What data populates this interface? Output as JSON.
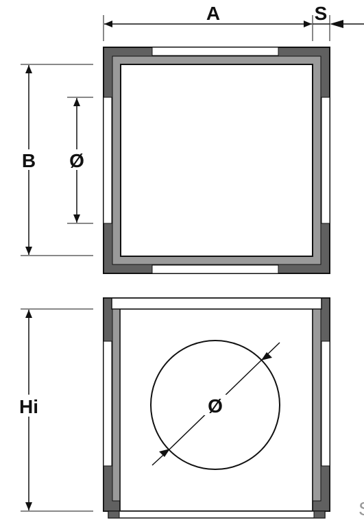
{
  "labels": {
    "a": "A",
    "s": "S",
    "b": "B",
    "plan_diameter": "Ø",
    "hi": "Hi",
    "elevation_diameter": "Ø",
    "edge_fragment": "S"
  },
  "colors": {
    "frame_dark": "#606060",
    "frame_mid": "#9a9a9a",
    "frame_light": "#c8c8c8",
    "line": "#111111",
    "background": "#ffffff"
  }
}
